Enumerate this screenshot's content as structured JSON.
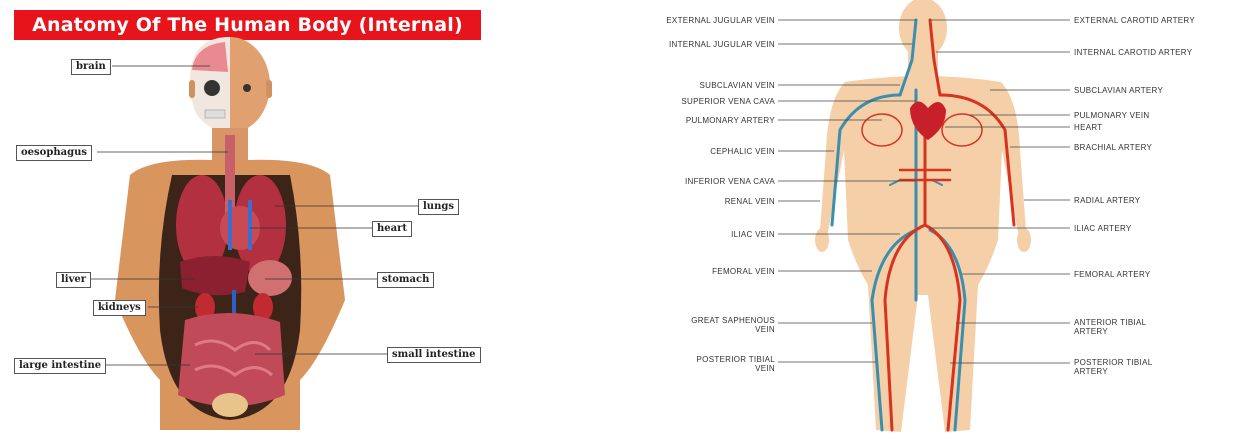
{
  "left": {
    "title": "Anatomy Of The Human Body (Internal)",
    "labels": {
      "brain": "brain",
      "oesophagus": "oesophagus",
      "lungs": "lungs",
      "heart": "heart",
      "liver": "liver",
      "stomach": "stomach",
      "kidneys": "kidneys",
      "large_intestine": "large intestine",
      "small_intestine": "small intestine"
    }
  },
  "right": {
    "labels_left": {
      "ext_jugular": "EXTERNAL JUGULAR VEIN",
      "int_jugular": "INTERNAL JUGULAR VEIN",
      "subclavian_vein": "SUBCLAVIAN VEIN",
      "sup_vena_cava": "SUPERIOR VENA CAVA",
      "pulmonary_artery": "PULMONARY ARTERY",
      "cephalic_vein": "CEPHALIC VEIN",
      "inf_vena_cava": "INFERIOR VENA CAVA",
      "renal_vein": "RENAL VEIN",
      "iliac_vein": "ILIAC VEIN",
      "femoral_vein": "FEMORAL VEIN",
      "great_saphenous_1": "GREAT SAPHENOUS",
      "great_saphenous_2": "VEIN",
      "post_tibial_vein_1": "POSTERIOR TIBIAL",
      "post_tibial_vein_2": "VEIN"
    },
    "labels_right": {
      "ext_carotid": "EXTERNAL CAROTID ARTERY",
      "int_carotid": "INTERNAL CAROTID ARTERY",
      "subclavian_artery": "SUBCLAVIAN ARTERY",
      "pulmonary_vein": "PULMONARY VEIN",
      "heart": "HEART",
      "brachial_artery": "BRACHIAL ARTERY",
      "radial_artery": "RADIAL ARTERY",
      "iliac_artery": "ILIAC ARTERY",
      "femoral_artery": "FEMORAL ARTERY",
      "ant_tibial_1": "ANTERIOR  TIBIAL",
      "ant_tibial_2": "ARTERY",
      "post_tibial_art_1": "POSTERIOR TIBIAL",
      "post_tibial_art_2": "ARTERY"
    }
  },
  "colors": {
    "banner": "#e8141b",
    "skin": "#e8a878",
    "skin_light": "#f4d3b5",
    "artery": "#d8331f",
    "vein": "#3a8fb0",
    "organ_red": "#b8333c"
  }
}
